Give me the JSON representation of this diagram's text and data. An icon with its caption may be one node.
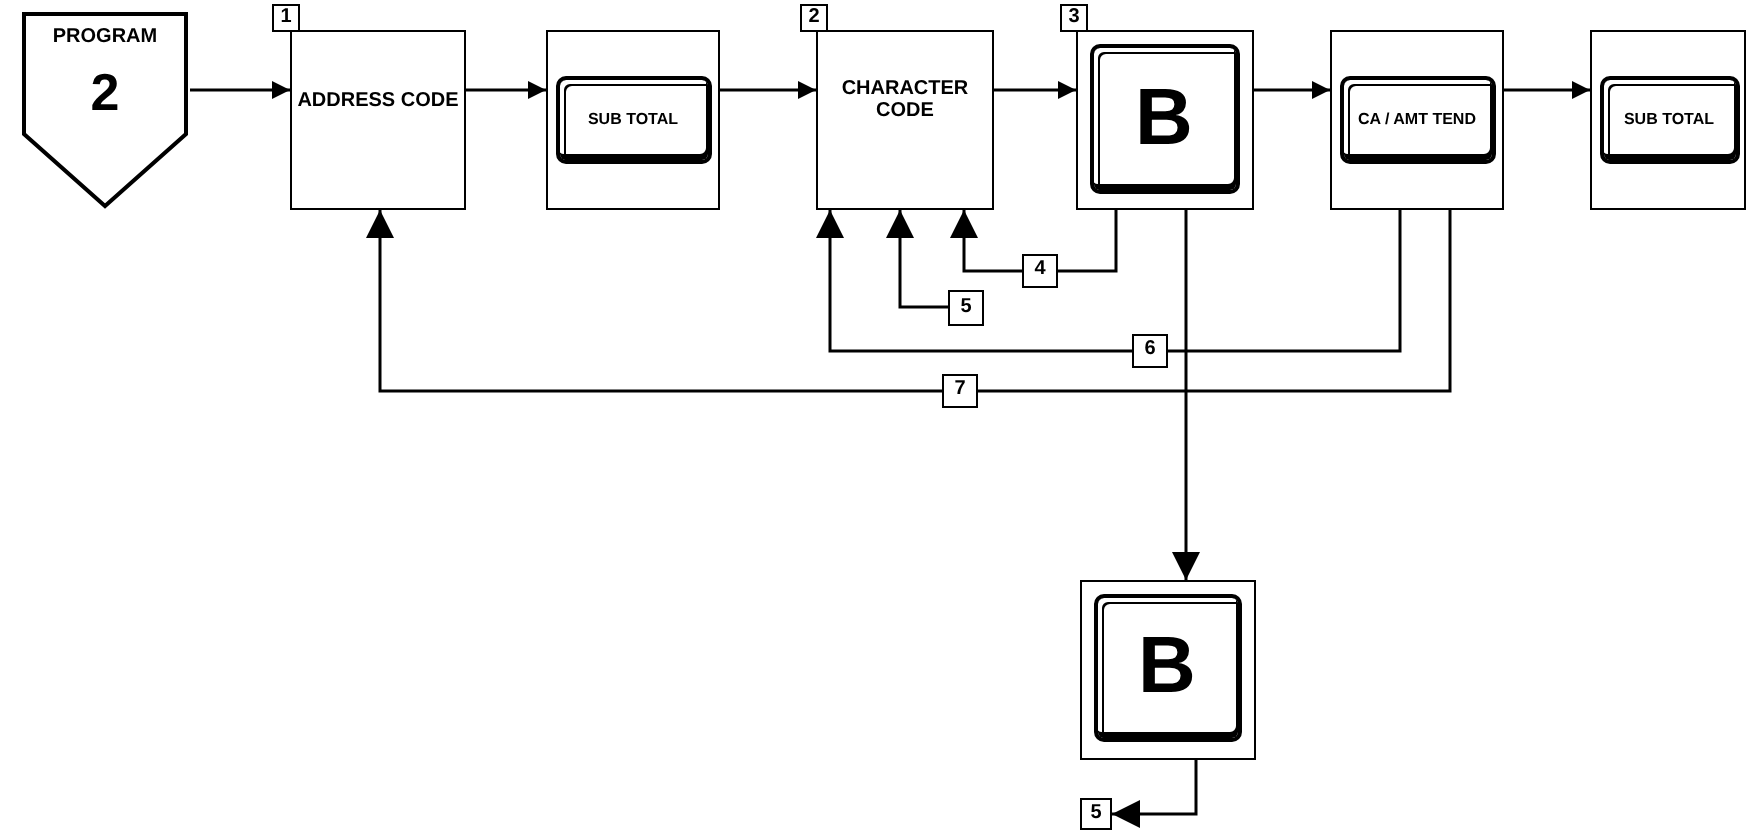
{
  "diagram": {
    "nodes": [
      {
        "text": [
          "PROGRAM",
          "2"
        ]
      },
      {
        "text": [
          "ADDRESS CODE"
        ]
      },
      {
        "text": [],
        "shape": "box"
      },
      {
        "text": [
          "SUB TOTAL"
        ],
        "in": 2
      },
      {
        "text": [
          "CHARACTER CODE"
        ]
      },
      {
        "text": [],
        "shape": "box"
      },
      {
        "text": [
          "B"
        ],
        "in": 5
      },
      {
        "text": [],
        "shape": "box"
      },
      {
        "text": [
          "CA / AMT TEND"
        ],
        "in": 7
      },
      {
        "text": [],
        "shape": "box"
      },
      {
        "text": [
          "SUB TOTAL"
        ],
        "in": 9
      },
      {
        "text": [],
        "shape": "box"
      },
      {
        "text": [
          "B"
        ],
        "in": 11
      },
      {
        "text": [
          "5"
        ]
      },
      {
        "text": [
          "5"
        ]
      },
      {
        "text": [
          "4"
        ]
      },
      {
        "text": [
          "6"
        ]
      },
      {
        "text": [
          "7"
        ]
      },
      {
        "text": [
          "1"
        ]
      },
      {
        "text": [
          "2"
        ]
      },
      {
        "text": [
          "3"
        ]
      }
    ],
    "edges": [
      {
        "from": 0,
        "to": 1,
        "arrow": "to"
      },
      {
        "from": 1,
        "to": 2,
        "arrow": "to"
      },
      {
        "from": 2,
        "to": 4,
        "arrow": "to"
      },
      {
        "from": 4,
        "to": 5,
        "arrow": "to"
      },
      {
        "from": 5,
        "to": 7,
        "arrow": "to"
      },
      {
        "from": 7,
        "to": 9,
        "arrow": "to"
      },
      {
        "from": 5,
        "to": 15,
        "arrow": "none"
      },
      {
        "from": 15,
        "to": 4,
        "arrow": "to"
      },
      {
        "from": 14,
        "to": 4,
        "arrow": "to"
      },
      {
        "from": 7,
        "to": 16,
        "arrow": "none"
      },
      {
        "from": 16,
        "to": 4,
        "arrow": "to"
      },
      {
        "from": 7,
        "to": 17,
        "arrow": "none"
      },
      {
        "from": 17,
        "to": 1,
        "arrow": "to"
      },
      {
        "from": 5,
        "to": 11,
        "arrow": "to"
      },
      {
        "from": 11,
        "to": 13,
        "arrow": "to"
      }
    ]
  }
}
